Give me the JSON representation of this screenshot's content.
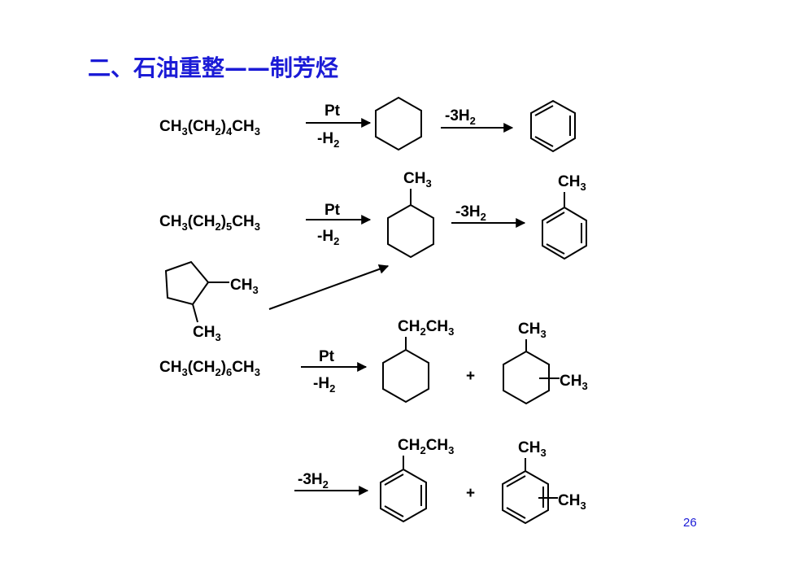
{
  "slide": {
    "title": "二、石油重整——制芳烃",
    "page_number": "26"
  },
  "reactions": {
    "r1": {
      "reactant": "CH3(CH2)4CH3",
      "catalyst": "Pt",
      "byproduct": "-H2",
      "step2_label": "-3H2"
    },
    "r2": {
      "reactant": "CH3(CH2)5CH3",
      "catalyst": "Pt",
      "byproduct": "-H2",
      "step2_label": "-3H2",
      "methyl_label": "CH3",
      "methyl_label_2": "CH3"
    },
    "r2b": {
      "substituent_1": "CH3",
      "substituent_2": "CH3"
    },
    "r3": {
      "reactant": "CH3(CH2)6CH3",
      "catalyst": "Pt",
      "byproduct": "-H2",
      "ethyl_label": "CH2CH3",
      "methyl_top": "CH3",
      "methyl_side": "CH3",
      "plus": "+"
    },
    "r4": {
      "step_label": "-3H2",
      "ethyl_label": "CH2CH3",
      "methyl_top": "CH3",
      "methyl_side": "CH3",
      "plus": "+"
    }
  }
}
